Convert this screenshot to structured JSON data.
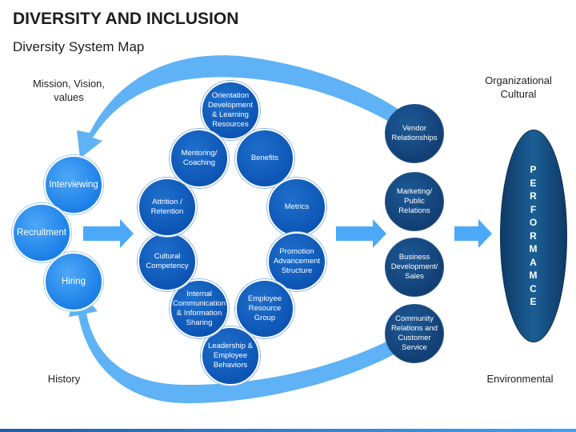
{
  "header": {
    "title": "DIVERSITY AND INCLUSION",
    "subtitle": "Diversity System Map"
  },
  "corner_labels": {
    "top_left": "Mission, Vision,\nvalues",
    "top_right": "Organizational\nCultural",
    "bottom_left": "History",
    "bottom_right": "Environmental"
  },
  "inputs": [
    {
      "label": "Interviewing"
    },
    {
      "label": "Recruitment"
    },
    {
      "label": "Hiring"
    }
  ],
  "ring": [
    {
      "label": "Orientation Development & Learning Resources"
    },
    {
      "label": "Benefits"
    },
    {
      "label": "Metrics"
    },
    {
      "label": "Promotion Advancement Structure"
    },
    {
      "label": "Employee Resource Group"
    },
    {
      "label": "Leadership & Employee Behaviors"
    },
    {
      "label": "Internal Communication & Information Sharing"
    },
    {
      "label": "Cultural Competency"
    },
    {
      "label": "Attrition / Retention"
    },
    {
      "label": "Mentoring/ Coaching"
    }
  ],
  "outputs": [
    {
      "label": "Vendor Relationships"
    },
    {
      "label": "Marketing/ Public Relations"
    },
    {
      "label": "Business Development/ Sales"
    },
    {
      "label": "Community Relations and Customer Service"
    }
  ],
  "performance": {
    "letters": [
      "P",
      "E",
      "R",
      "F",
      "O",
      "R",
      "M",
      "A",
      "M",
      "C",
      "E"
    ]
  },
  "colors": {
    "arrow_light": "#5eb2f5",
    "arrow_block": "#4ba9f7",
    "circle_light": "#1b7fe6",
    "circle_mid": "#0d55b4",
    "circle_dark": "#123f74",
    "performance": "#0f3a66"
  }
}
